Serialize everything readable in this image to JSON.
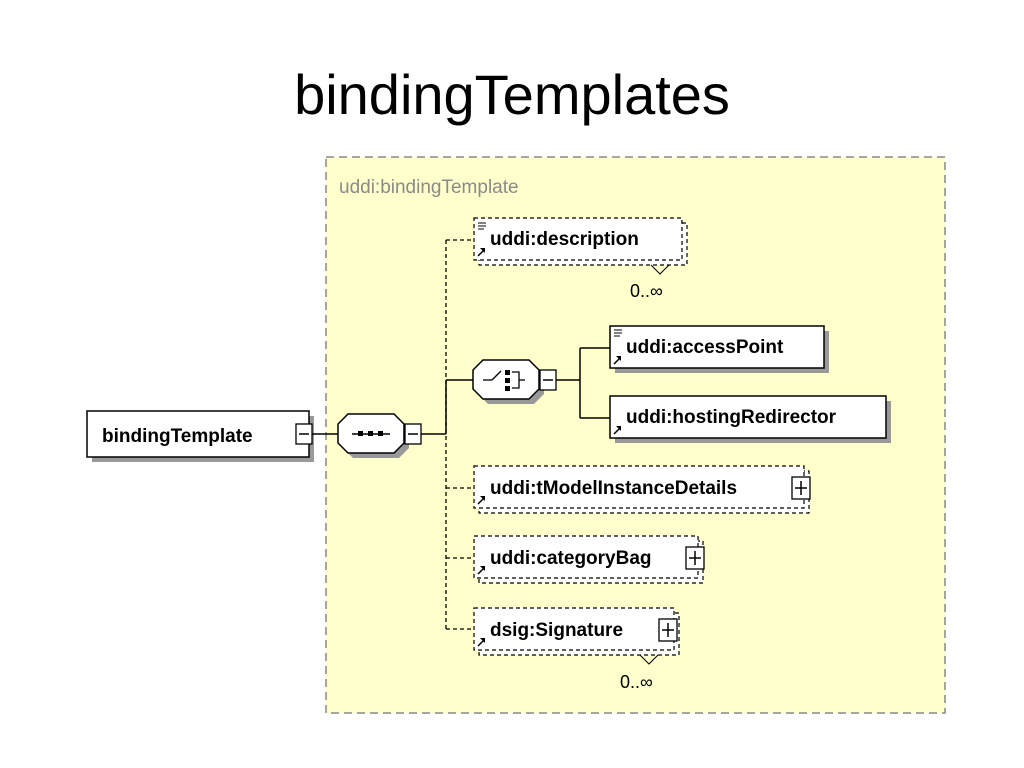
{
  "title": "bindingTemplates",
  "diagram": {
    "complex_type_label": "uddi:bindingTemplate",
    "root_element": "bindingTemplate",
    "children": [
      {
        "name": "uddi:description",
        "cardinality": "0..∞",
        "optional": true,
        "repeating": true,
        "expandable": false
      },
      {
        "name": "uddi:accessPoint",
        "optional": false,
        "expandable": false,
        "in_choice": true
      },
      {
        "name": "uddi:hostingRedirector",
        "optional": false,
        "expandable": false,
        "in_choice": true
      },
      {
        "name": "uddi:tModelInstanceDetails",
        "optional": true,
        "expandable": true
      },
      {
        "name": "uddi:categoryBag",
        "optional": true,
        "expandable": true
      },
      {
        "name": "dsig:Signature",
        "cardinality": "0..∞",
        "optional": true,
        "repeating": true,
        "expandable": true
      }
    ],
    "colors": {
      "container_fill": "#ffffcc",
      "container_border": "#888888",
      "type_label": "#8a8a8a"
    }
  }
}
